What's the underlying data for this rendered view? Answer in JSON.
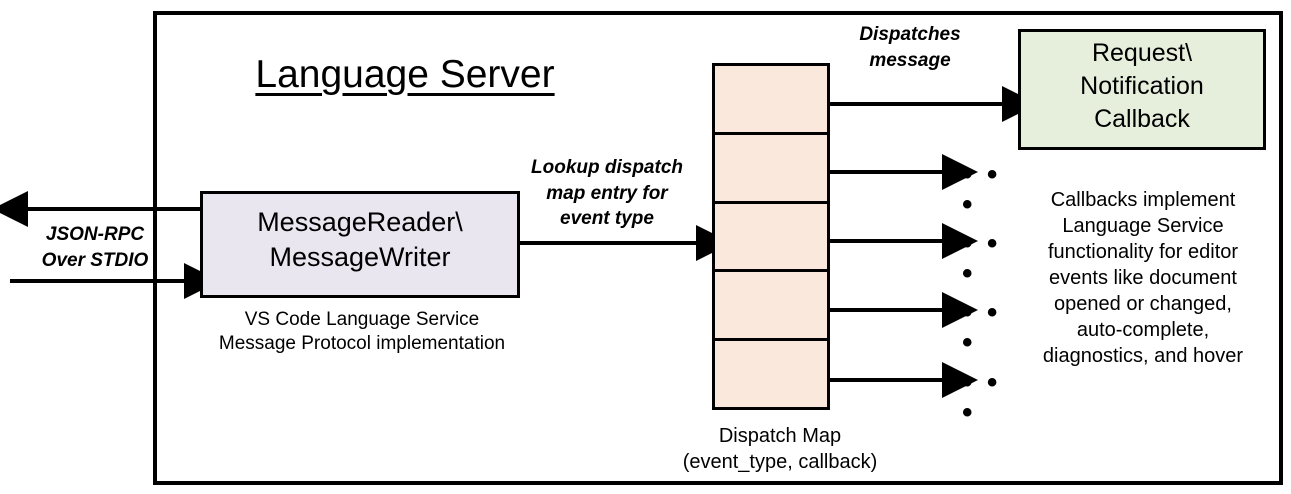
{
  "diagram": {
    "title": "Language Server",
    "frame_name": "language-server-boundary"
  },
  "external_interface": {
    "label": "JSON-RPC\nOver STDIO",
    "outbound_arrow": "arrow-out-to-client",
    "inbound_arrow": "arrow-in-from-client"
  },
  "reader_writer": {
    "label": "MessageReader\\\nMessageWriter",
    "caption": "VS Code Language Service\nMessage Protocol implementation",
    "fill": "#E9E6EF"
  },
  "lookup": {
    "label": "Lookup dispatch\nmap entry for\nevent type"
  },
  "dispatch_map": {
    "caption": "Dispatch Map\n(event_type, callback)",
    "fill": "#FAE8DC",
    "rows": [
      {
        "index": 1,
        "target": "callback-box"
      },
      {
        "index": 2,
        "target": "ellipsis"
      },
      {
        "index": 3,
        "target": "ellipsis"
      },
      {
        "index": 4,
        "target": "ellipsis"
      },
      {
        "index": 5,
        "target": "ellipsis"
      }
    ],
    "ellipsis_glyph": "• • •"
  },
  "dispatches": {
    "label": "Dispatches\nmessage"
  },
  "callback": {
    "label": "Request\\\nNotification\nCallback",
    "caption": "Callbacks implement\nLanguage Service\nfunctionality for editor\nevents like document\nopened or changed,\nauto-complete,\ndiagnostics, and hover",
    "fill": "#E6EEDC"
  },
  "colors": {
    "stroke": "#000000",
    "background": "#FFFFFF"
  }
}
